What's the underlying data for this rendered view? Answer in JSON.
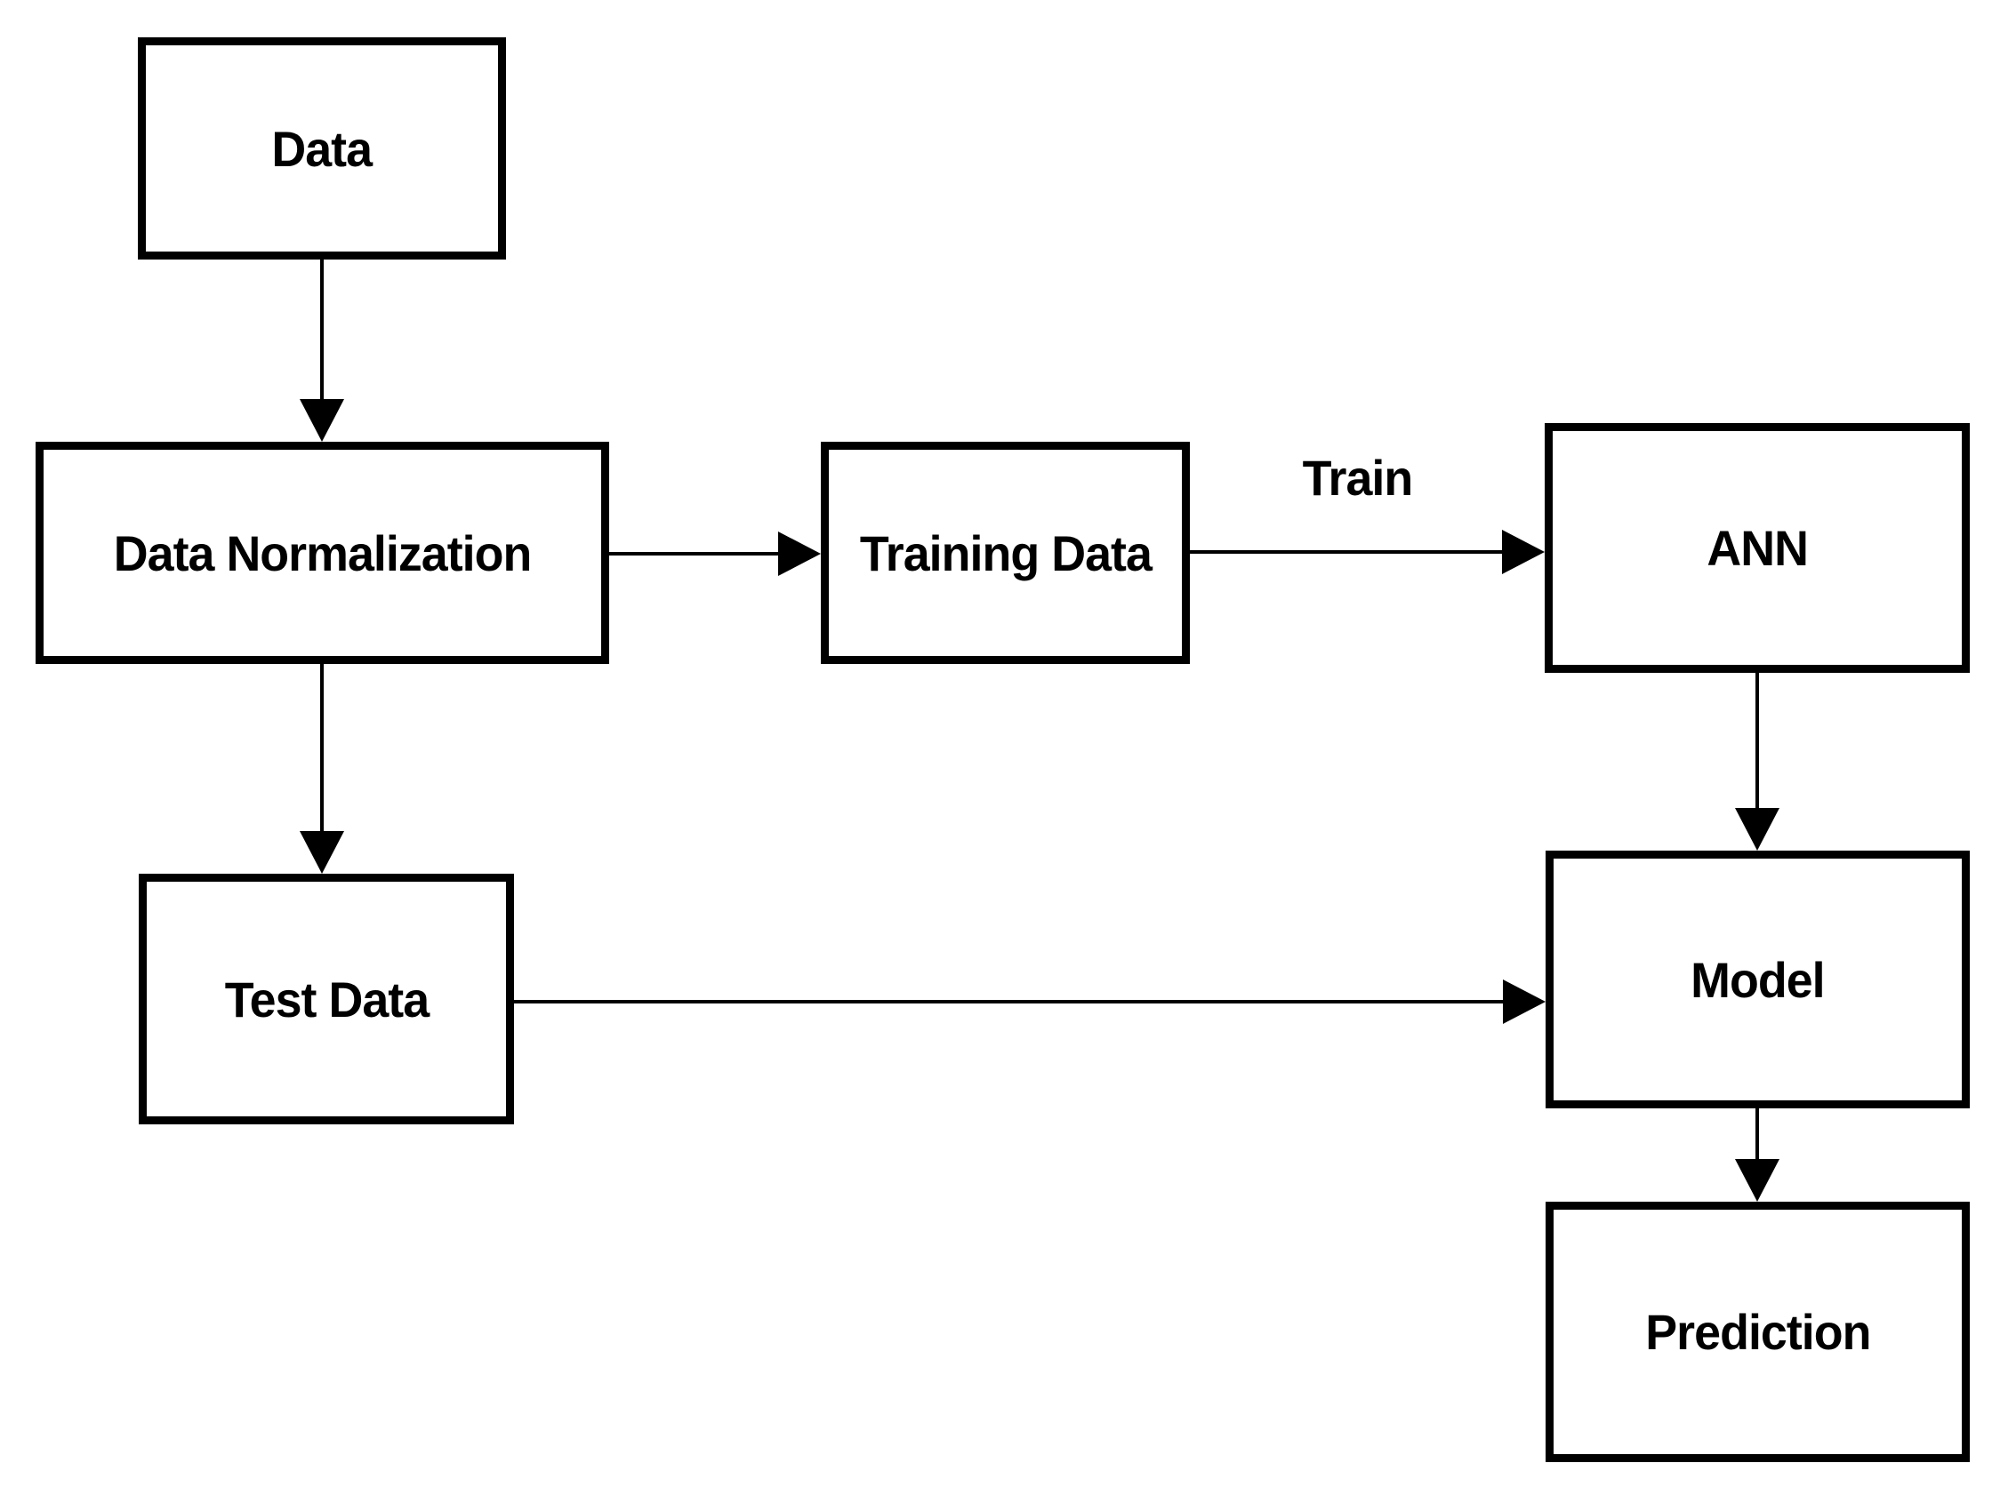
{
  "diagram": {
    "type": "flowchart",
    "background_color": "#ffffff",
    "stroke_color": "#000000",
    "box_fill_color": "#ffffff",
    "nodes": {
      "data": {
        "label": "Data"
      },
      "normalization": {
        "label": "Data Normalization"
      },
      "training": {
        "label": "Training Data"
      },
      "ann": {
        "label": "ANN"
      },
      "test": {
        "label": "Test Data"
      },
      "model": {
        "label": "Model"
      },
      "prediction": {
        "label": "Prediction"
      }
    },
    "edge_labels": {
      "train": "Train"
    },
    "edges": [
      {
        "from": "Data",
        "to": "Data Normalization",
        "direction": "down",
        "label": ""
      },
      {
        "from": "Data Normalization",
        "to": "Training Data",
        "direction": "right",
        "label": ""
      },
      {
        "from": "Training Data",
        "to": "ANN",
        "direction": "right",
        "label": "Train"
      },
      {
        "from": "Data Normalization",
        "to": "Test Data",
        "direction": "down",
        "label": ""
      },
      {
        "from": "Test Data",
        "to": "Model",
        "direction": "right",
        "label": ""
      },
      {
        "from": "ANN",
        "to": "Model",
        "direction": "down",
        "label": ""
      },
      {
        "from": "Model",
        "to": "Prediction",
        "direction": "down",
        "label": ""
      }
    ]
  }
}
